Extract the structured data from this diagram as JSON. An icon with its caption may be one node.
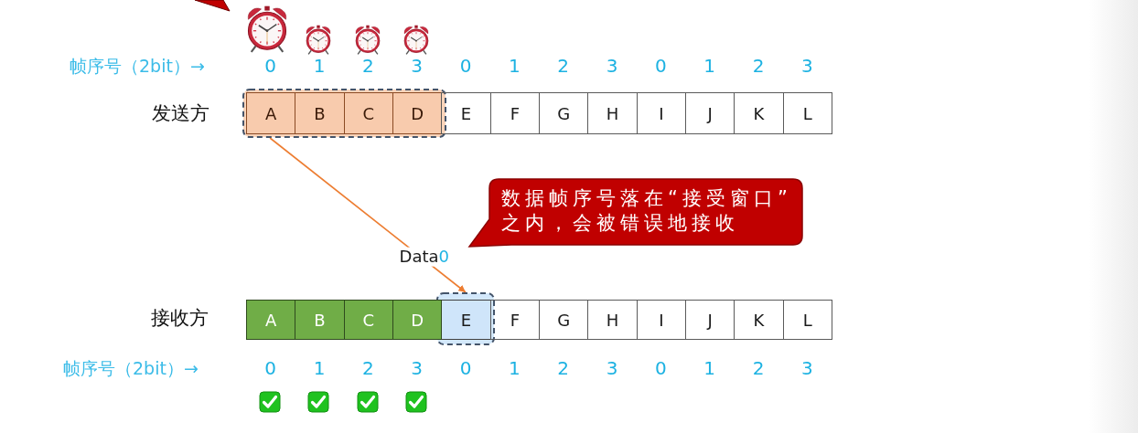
{
  "diagram": {
    "nodes": [
      {
        "text": [],
        "shape": "box"
      },
      {
        "text": [
          "A"
        ],
        "in": 0
      },
      {
        "text": [
          "B"
        ],
        "in": 0
      },
      {
        "text": [
          "C"
        ],
        "in": 0
      },
      {
        "text": [
          "D"
        ],
        "in": 0
      },
      {
        "text": [
          "E"
        ]
      },
      {
        "text": [
          "F"
        ]
      },
      {
        "text": [
          "G"
        ]
      },
      {
        "text": [
          "H"
        ]
      },
      {
        "text": [
          "I"
        ]
      },
      {
        "text": [
          "J"
        ]
      },
      {
        "text": [
          "K"
        ]
      },
      {
        "text": [
          "L"
        ]
      },
      {
        "text": [
          "数据帧序号落在“接受窗口”之内，会被错误地接收"
        ]
      },
      {
        "text": [
          "A"
        ]
      },
      {
        "text": [
          "B"
        ]
      },
      {
        "text": [
          "C"
        ]
      },
      {
        "text": [
          "D"
        ]
      },
      {
        "text": [],
        "shape": "box"
      },
      {
        "text": [
          "E"
        ],
        "in": 18
      },
      {
        "text": [
          "F"
        ]
      },
      {
        "text": [
          "G"
        ]
      },
      {
        "text": [
          "H"
        ]
      },
      {
        "text": [
          "I"
        ]
      },
      {
        "text": [
          "J"
        ]
      },
      {
        "text": [
          "K"
        ]
      },
      {
        "text": [
          "L"
        ]
      }
    ],
    "edges": [
      {
        "from": 0,
        "to": 18,
        "arrow": "to",
        "label": "Data0"
      }
    ],
    "labels": [
      "帧序号（2bit）→",
      "0",
      "1",
      "2",
      "3",
      "0",
      "1",
      "2",
      "3",
      "0",
      "1",
      "2",
      "3",
      "发送方",
      "接收方",
      "帧序号（2bit）→",
      "0",
      "1",
      "2",
      "3",
      "0",
      "1",
      "2",
      "3",
      "0",
      "1",
      "2",
      "3"
    ]
  }
}
